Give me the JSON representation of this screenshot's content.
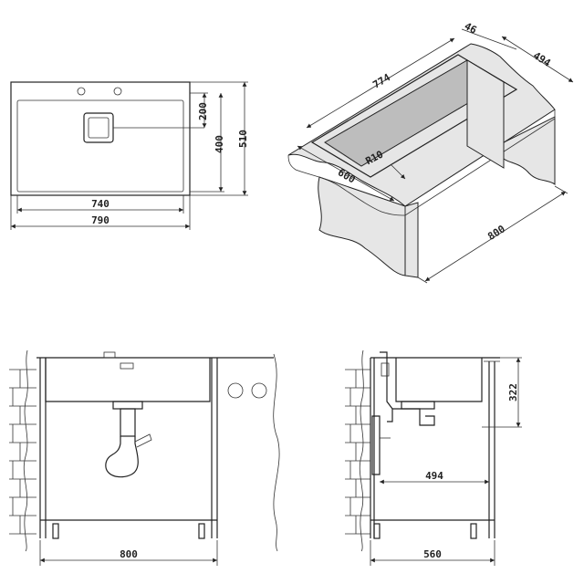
{
  "top_view": {
    "dim_740": "740",
    "dim_790": "790",
    "dim_200": "200",
    "dim_400": "400",
    "dim_510": "510"
  },
  "iso_view": {
    "dim_46": "46",
    "dim_494": "494",
    "dim_774": "774",
    "dim_r10": "R10",
    "dim_600": "600",
    "dim_800": "800"
  },
  "front_view": {
    "dim_800": "800"
  },
  "side_view": {
    "dim_322": "322",
    "dim_494": "494",
    "dim_560": "560"
  }
}
